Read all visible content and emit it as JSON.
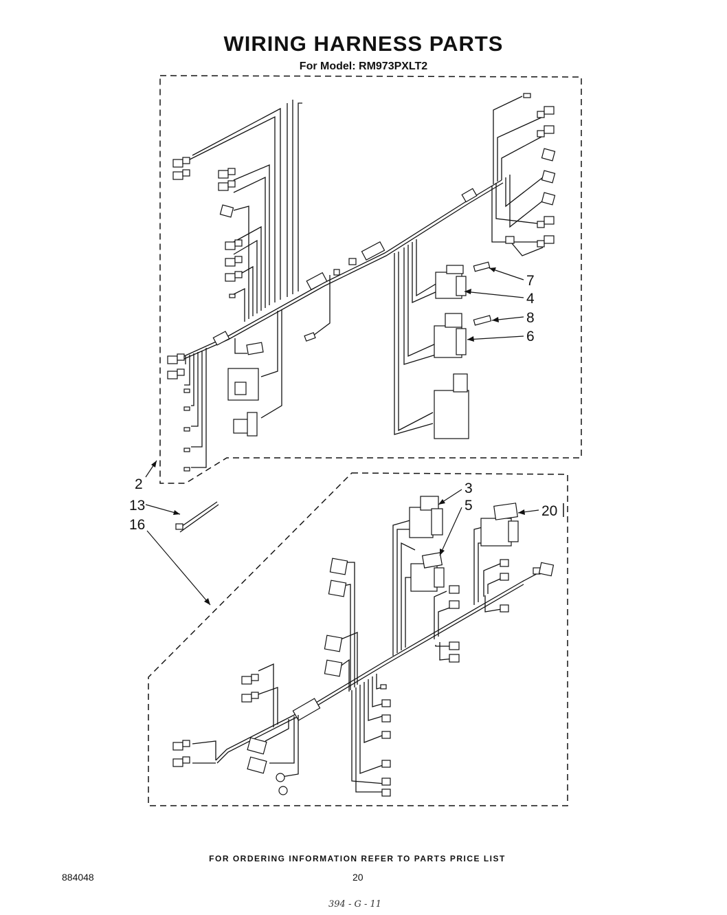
{
  "title": "WIRING HARNESS PARTS",
  "subtitle": "For Model: RM973PXLT2",
  "footer": "FOR ORDERING INFORMATION REFER TO PARTS PRICE LIST",
  "doc_number": "884048",
  "page_number": "20",
  "scrawl": "394 - G - 11",
  "callouts": {
    "c2": "2",
    "c3": "3",
    "c4": "4",
    "c5": "5",
    "c6": "6",
    "c7": "7",
    "c8": "8",
    "c13": "13",
    "c16": "16",
    "c20": "20"
  }
}
